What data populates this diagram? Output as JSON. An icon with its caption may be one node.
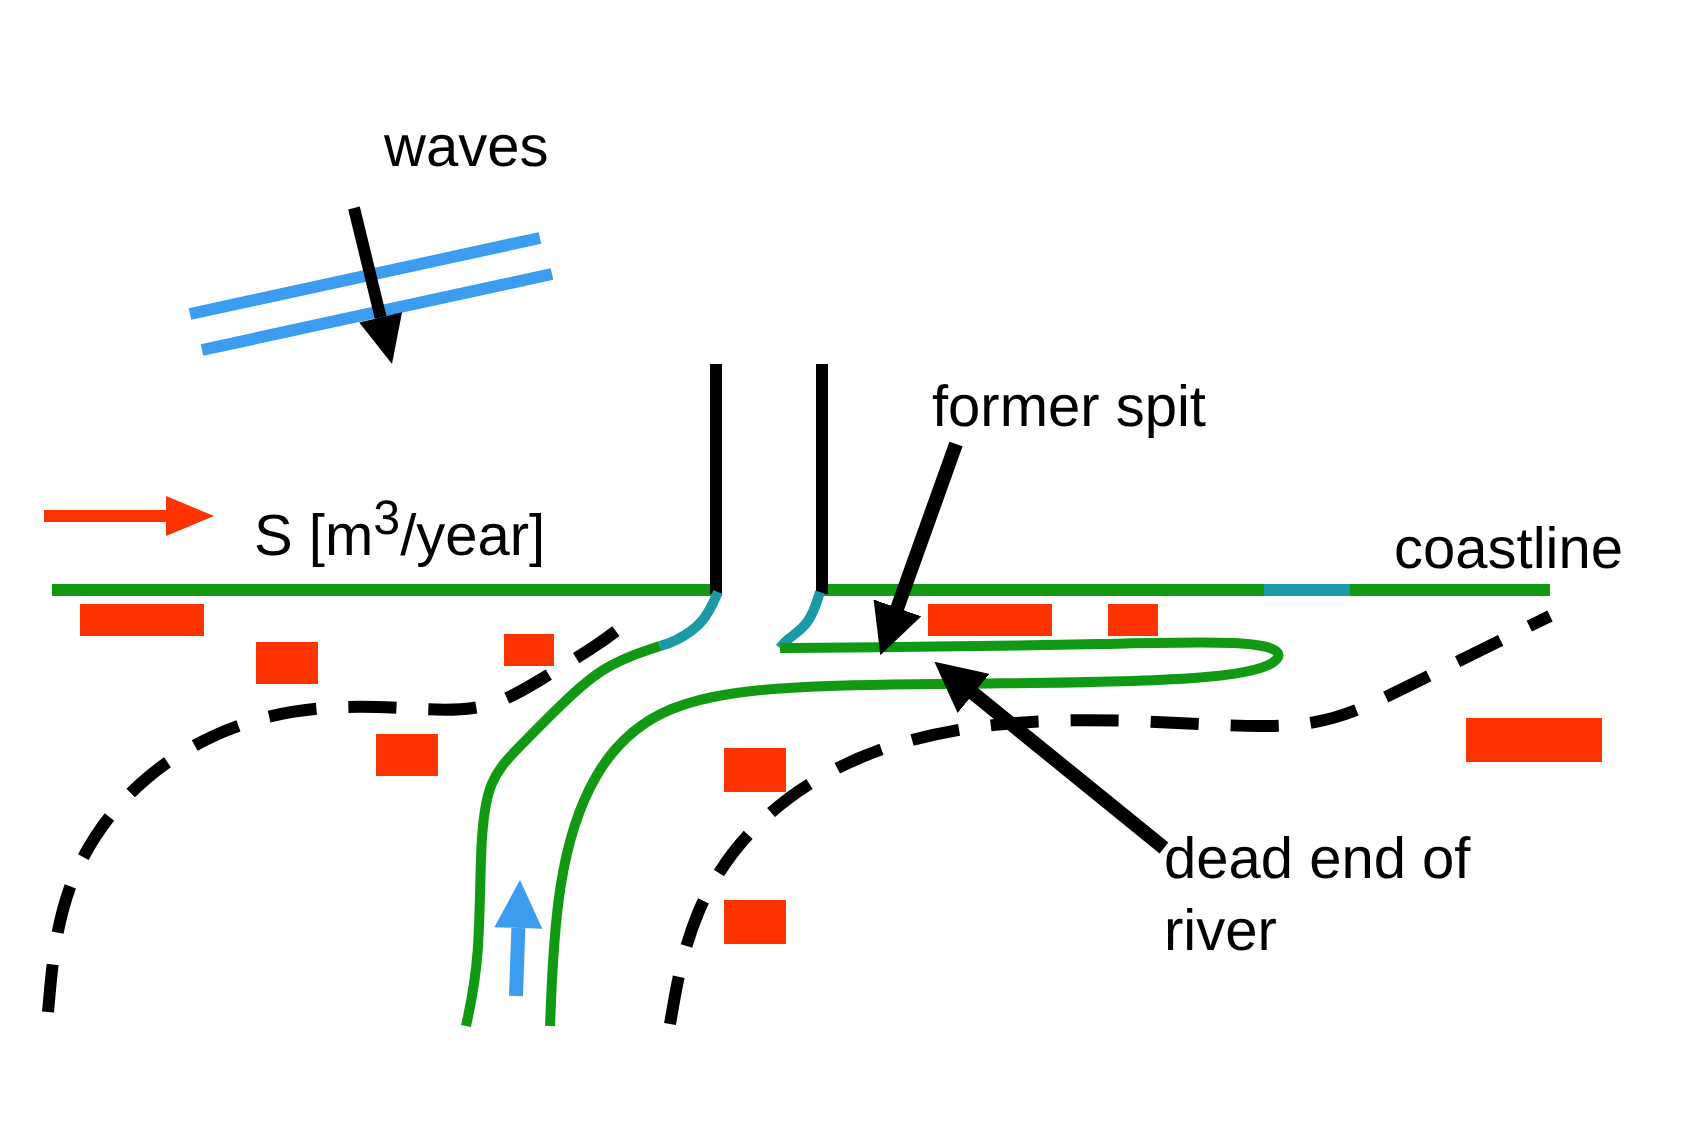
{
  "diagram": {
    "nodes": [
      {
        "text": [
          "former spit"
        ]
      },
      {
        "text": [
          "dead end of river"
        ]
      }
    ],
    "edges": [
      {
        "from": 0,
        "to": null,
        "arrow": "to"
      },
      {
        "from": 1,
        "to": null,
        "arrow": "to"
      }
    ],
    "labels": [
      "waves",
      "S [m$^{3}$/year]",
      "coastline"
    ]
  }
}
